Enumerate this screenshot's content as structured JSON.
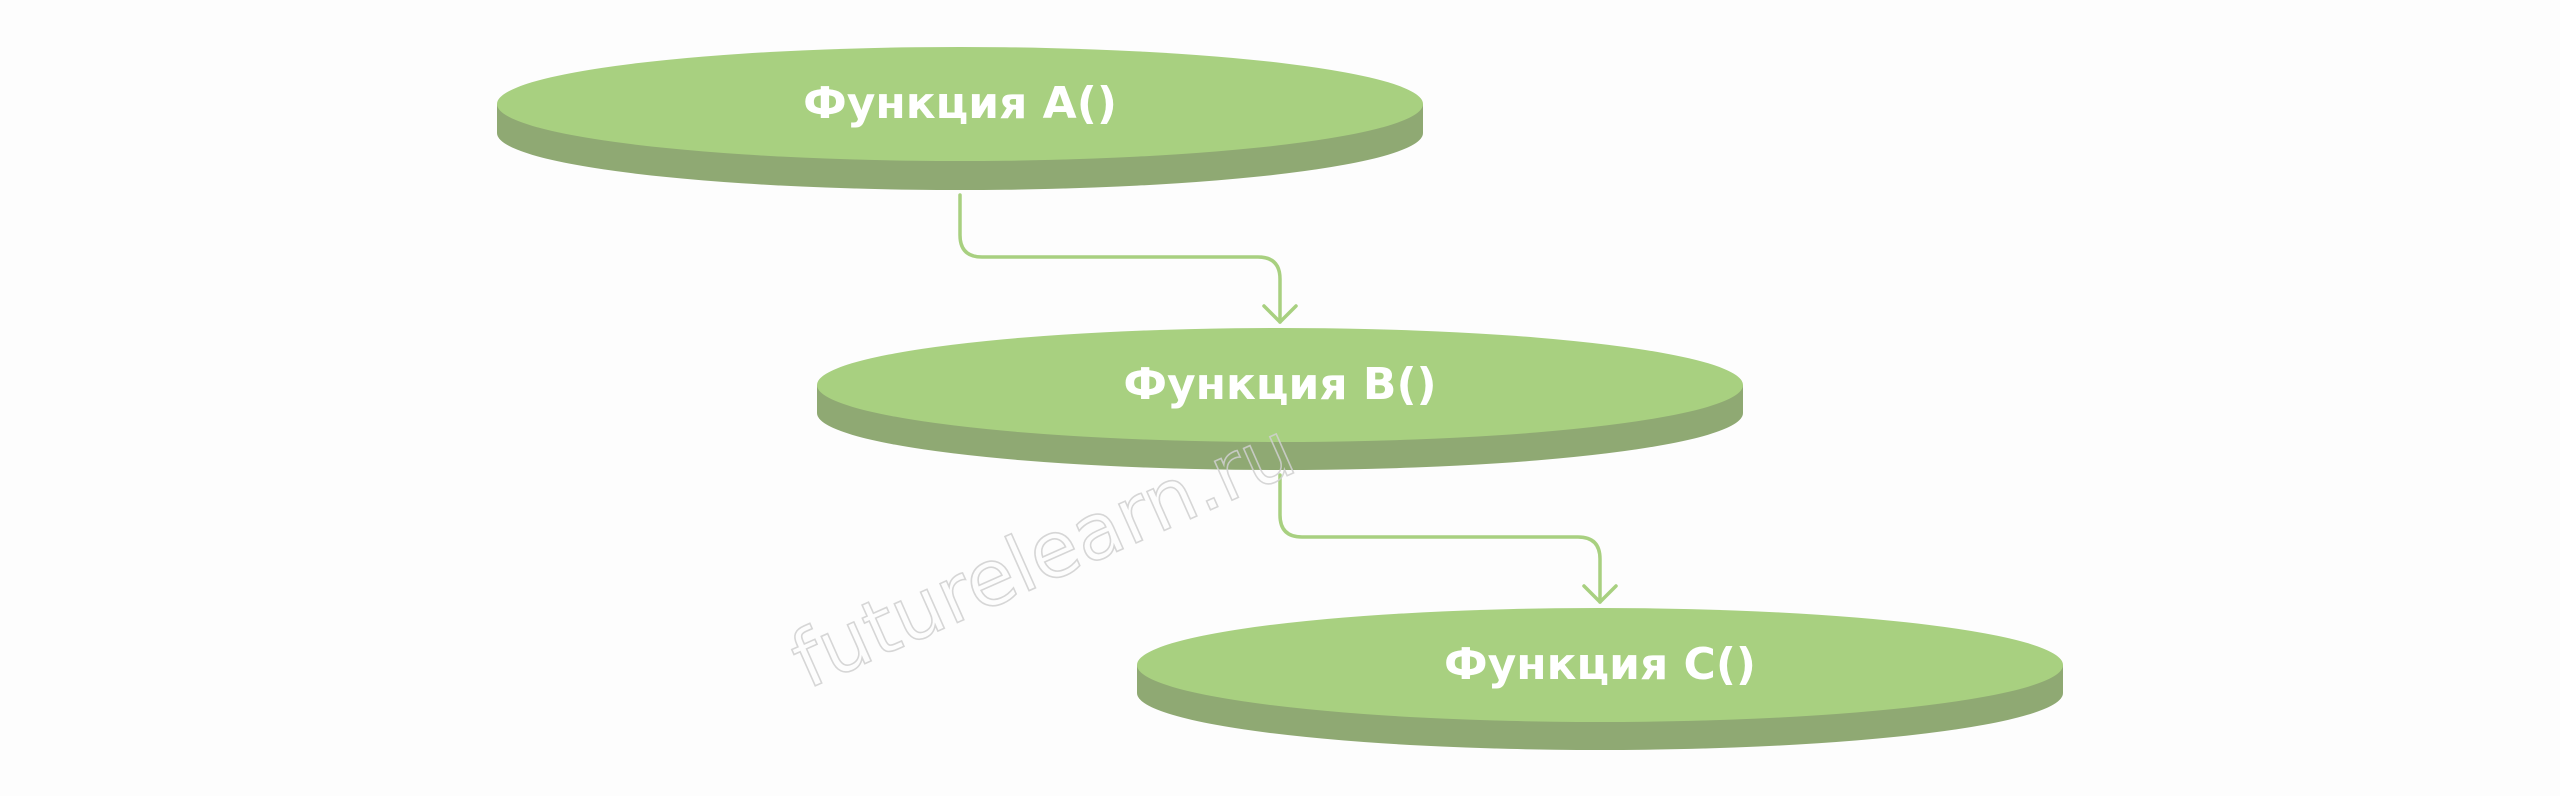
{
  "colors": {
    "disc_top": "#a8d080",
    "disc_side": "#8fa973",
    "connector": "#a8d080",
    "label": "#ffffff"
  },
  "nodes": [
    {
      "id": "a",
      "label": "Функция A()"
    },
    {
      "id": "b",
      "label": "Функция B()"
    },
    {
      "id": "c",
      "label": "Функция C()"
    }
  ],
  "edges": [
    {
      "from": "a",
      "to": "b"
    },
    {
      "from": "b",
      "to": "c"
    }
  ],
  "watermark": "futurelearn.ru"
}
